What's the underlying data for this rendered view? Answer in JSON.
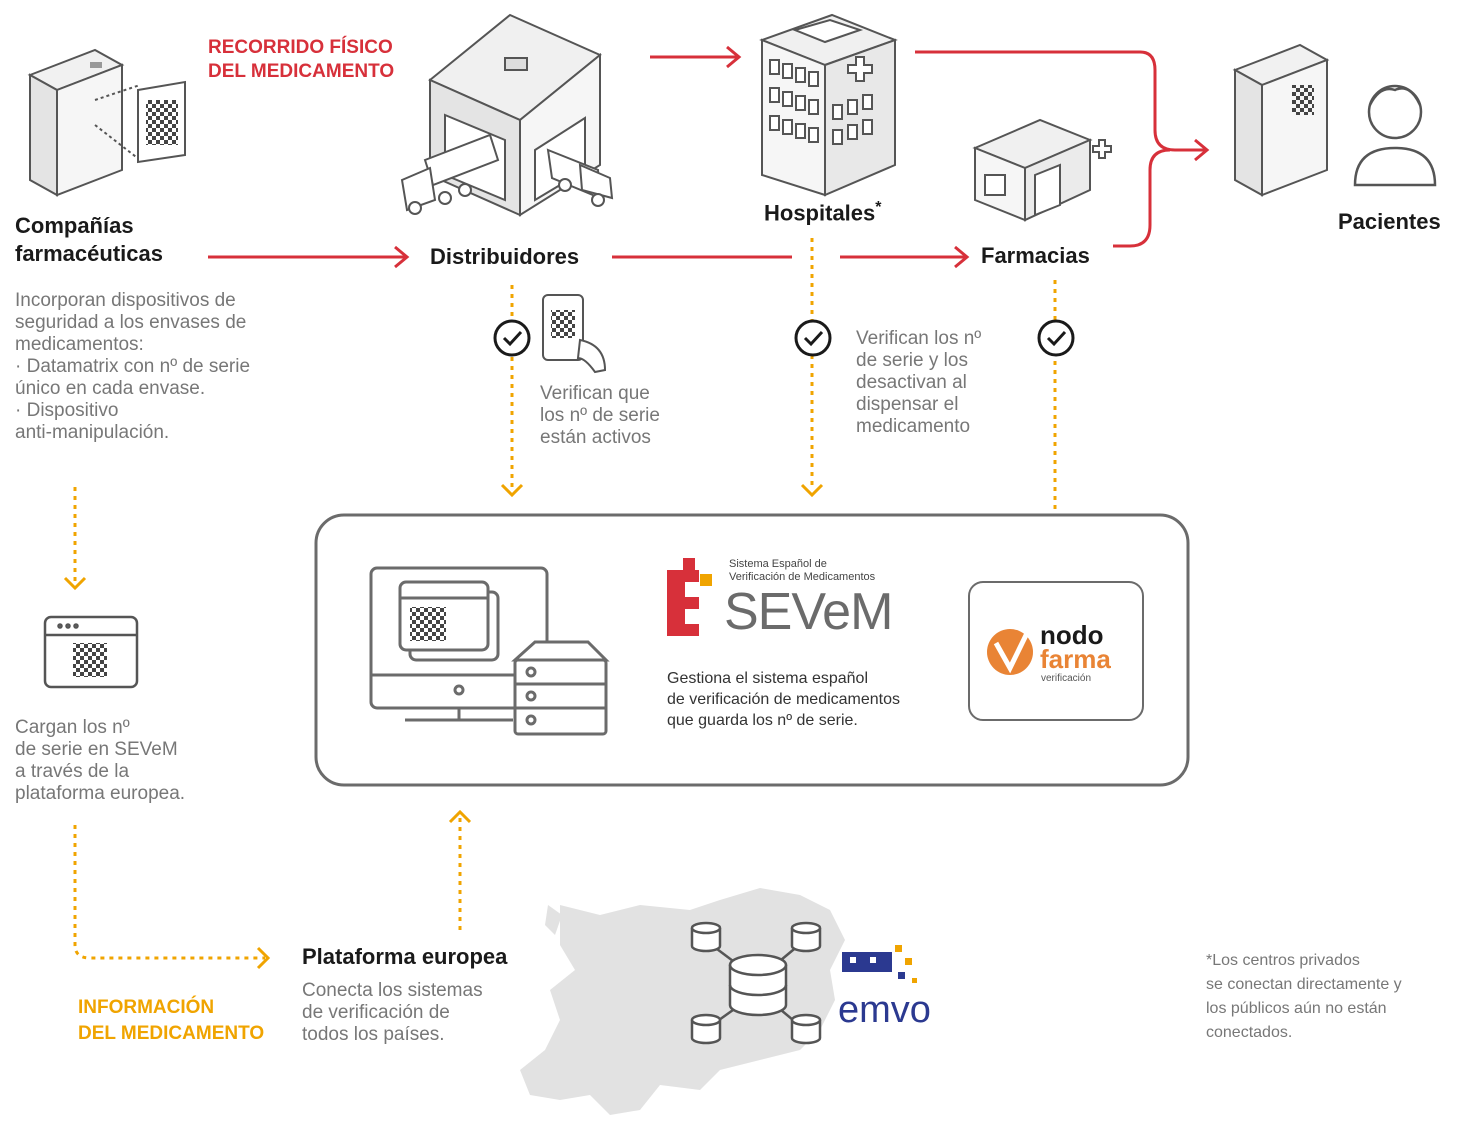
{
  "labels": {
    "physical_route": "RECORRIDO FÍSICO\nDEL MEDICAMENTO",
    "info_route": "INFORMACIÓN\nDEL MEDICAMENTO"
  },
  "nodes": {
    "companies": {
      "title": "Compañías\nfarmacéuticas",
      "desc": "Incorporan dispositivos de\nseguridad a los envases de\nmedicamentos:\n· Datamatrix con nº de serie\n  único en cada envase.\n· Dispositivo\nanti-manipulación."
    },
    "distributors": {
      "title": "Distribuidores",
      "desc": "Verifican que\nlos nº de serie\nestán activos"
    },
    "hospitals": {
      "title": "Hospitales",
      "asterisk": "*",
      "desc": "Verifican los nº\nde serie y los\ndesactivan al\ndispensar el\nmedicamento"
    },
    "pharmacies": {
      "title": "Farmacias"
    },
    "patients": {
      "title": "Pacientes"
    },
    "upload": {
      "desc": "Cargan los nº\nde serie en SEVeM\na través de la\nplataforma europea."
    },
    "european_platform": {
      "title": "Plataforma europea",
      "desc": "Conecta los sistemas\nde verificación de\ntodos los países."
    }
  },
  "sevem": {
    "subtitle": "Sistema Español de\nVerificación de Medicamentos",
    "logo_text": "SEVeM",
    "caption": "Gestiona el sistema español\nde verificación de medicamentos\nque guarda los nº de serie."
  },
  "nodofarma": {
    "line1": "nodo",
    "line2": "farma",
    "line3": "verificación"
  },
  "emvo": {
    "logo_text": "emvo"
  },
  "footnote": "*Los centros privados\nse conectan directamente y\nlos públicos aún no están\nconectados.",
  "colors": {
    "red": "#d7303a",
    "orange": "#f0a400",
    "gray": "#6b6b6b",
    "light_gray": "#e2e2e2",
    "nodo_orange": "#e98435"
  },
  "icons": [
    "medicine-box-icon",
    "datamatrix-icon",
    "warehouse-icon",
    "truck-icon",
    "hospital-icon",
    "pharmacy-icon",
    "patient-icon",
    "scanner-phone-icon",
    "check-icon",
    "browser-window-icon",
    "computer-icon",
    "server-icon",
    "database-icon",
    "europe-map-icon"
  ]
}
